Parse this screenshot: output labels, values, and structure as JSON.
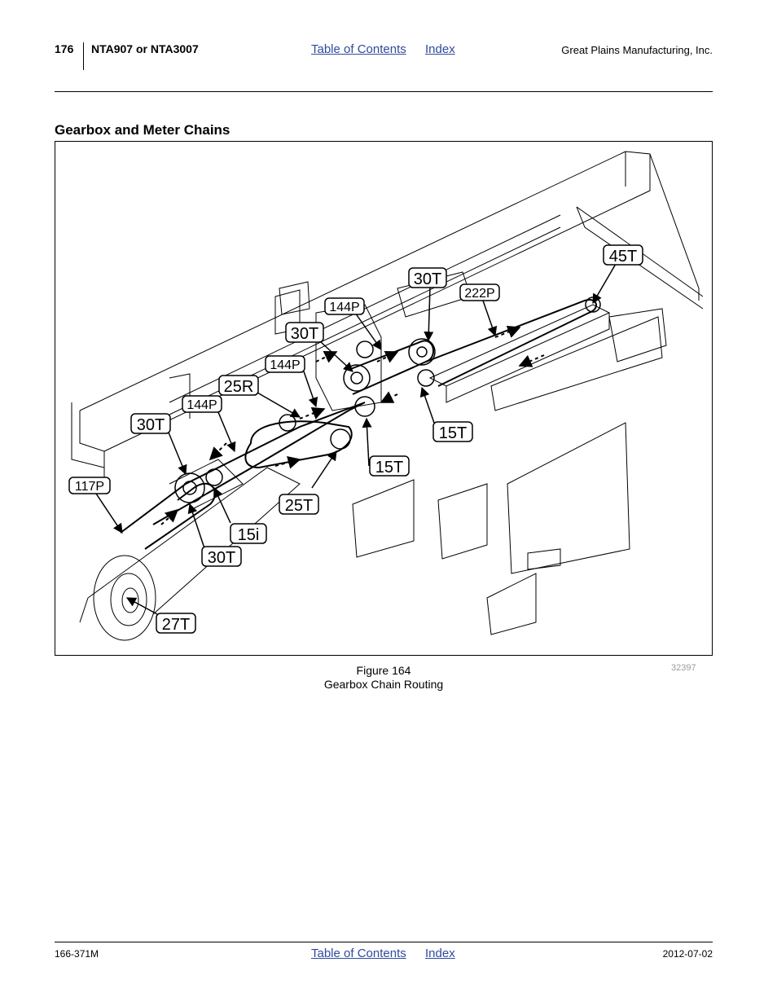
{
  "header": {
    "page_number": "176",
    "model": "NTA907 or NTA3007",
    "toc_link": "Table of Contents",
    "index_link": "Index",
    "company": "Great Plains Manufacturing, Inc."
  },
  "section_title": "Gearbox and Meter Chains",
  "figure": {
    "number": "Figure 164",
    "caption": "Gearbox Chain Routing",
    "drawing_id": "32397",
    "callouts": [
      "45T",
      "30T",
      "222P",
      "144P",
      "30T",
      "144P",
      "25R",
      "144P",
      "30T",
      "117P",
      "15T",
      "15T",
      "25T",
      "15i",
      "30T",
      "27T"
    ]
  },
  "footer": {
    "doc_number": "166-371M",
    "toc_link": "Table of Contents",
    "index_link": "Index",
    "date": "2012-07-02"
  }
}
